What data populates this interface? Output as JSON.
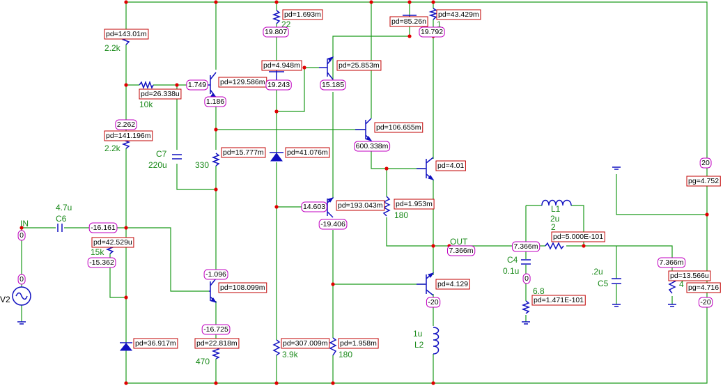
{
  "power_labels": [
    {
      "id": "pd_r22k_top",
      "text": "pd=143.01m"
    },
    {
      "id": "pd_r22_top",
      "text": "pd=1.693m"
    },
    {
      "id": "pd_q_topright",
      "text": "pd=85.26n"
    },
    {
      "id": "pd_r1_top",
      "text": "pd=43.429m"
    },
    {
      "id": "pd_q3",
      "text": "pd=4.948m"
    },
    {
      "id": "pd_q4",
      "text": "pd=25.853m"
    },
    {
      "id": "pd_r10k",
      "text": "pd=26.338u"
    },
    {
      "id": "pd_q1",
      "text": "pd=129.586m"
    },
    {
      "id": "pd_r22k_mid",
      "text": "pd=141.196m"
    },
    {
      "id": "pd_q5",
      "text": "pd=106.655m"
    },
    {
      "id": "pd_r330",
      "text": "pd=15.777m"
    },
    {
      "id": "pd_zener",
      "text": "pd=41.076m"
    },
    {
      "id": "pd_q6",
      "text": "pd=4.01"
    },
    {
      "id": "pd_q7",
      "text": "pd=193.043m"
    },
    {
      "id": "pd_r180a",
      "text": "pd=1.953m"
    },
    {
      "id": "pd_r15k",
      "text": "pd=42.529u"
    },
    {
      "id": "pd_r2",
      "text": "pd=5.000E-101"
    },
    {
      "id": "pd_q2",
      "text": "pd=108.099m"
    },
    {
      "id": "pd_q8",
      "text": "pd=4.129"
    },
    {
      "id": "pd_r68",
      "text": "pd=1.471E-101"
    },
    {
      "id": "pd_r4",
      "text": "pd=13.566u"
    },
    {
      "id": "pd_diode_bot",
      "text": "pd=36.917m"
    },
    {
      "id": "pd_r470",
      "text": "pd=22.818m"
    },
    {
      "id": "pd_r39k",
      "text": "pd=307.009m"
    },
    {
      "id": "pd_r180b",
      "text": "pd=1.958m"
    },
    {
      "id": "pg_vplus",
      "text": "pg=4.752"
    },
    {
      "id": "pg_vminus",
      "text": "pg=4.716"
    }
  ],
  "node_voltages": [
    {
      "id": "v_19807",
      "text": "19.807"
    },
    {
      "id": "v_19792",
      "text": "19.792"
    },
    {
      "id": "v_1749",
      "text": "1.749"
    },
    {
      "id": "v_19243",
      "text": "19.243"
    },
    {
      "id": "v_15185",
      "text": "15.185"
    },
    {
      "id": "v_1186",
      "text": "1.186"
    },
    {
      "id": "v_2262",
      "text": "2.262"
    },
    {
      "id": "v_600",
      "text": "600.338m"
    },
    {
      "id": "v_20p",
      "text": "20"
    },
    {
      "id": "v_14603",
      "text": "14.603"
    },
    {
      "id": "v_m16161",
      "text": "-16.161"
    },
    {
      "id": "v_m19406",
      "text": "-19.406"
    },
    {
      "id": "v_in0",
      "text": "0"
    },
    {
      "id": "v_m15362",
      "text": "-15.362"
    },
    {
      "id": "v_out",
      "text": "7.366m"
    },
    {
      "id": "v_l1",
      "text": "7.366m"
    },
    {
      "id": "v_load",
      "text": "7.366m"
    },
    {
      "id": "v_m1096",
      "text": "-1.096"
    },
    {
      "id": "v_src0",
      "text": "0"
    },
    {
      "id": "v_c4",
      "text": "0"
    },
    {
      "id": "v_m20a",
      "text": "-20"
    },
    {
      "id": "v_m20b",
      "text": "-20"
    },
    {
      "id": "v_m16725",
      "text": "-16.725"
    }
  ],
  "component_labels": [
    {
      "id": "c_22k_top",
      "text": "2.2k"
    },
    {
      "id": "c_22",
      "text": "22"
    },
    {
      "id": "c_1",
      "text": "1"
    },
    {
      "id": "c_10k",
      "text": "10k"
    },
    {
      "id": "c_22k_mid",
      "text": "2.2k"
    },
    {
      "id": "c_c7",
      "text": "C7"
    },
    {
      "id": "c_220u",
      "text": "220u"
    },
    {
      "id": "c_330",
      "text": "330"
    },
    {
      "id": "c_47u",
      "text": "4.7u"
    },
    {
      "id": "c_c6",
      "text": "C6"
    },
    {
      "id": "c_15k",
      "text": "15k"
    },
    {
      "id": "c_180a",
      "text": "180"
    },
    {
      "id": "c_l1",
      "text": "L1"
    },
    {
      "id": "c_2u",
      "text": "2u"
    },
    {
      "id": "c_2",
      "text": "2"
    },
    {
      "id": "c_c4",
      "text": "C4"
    },
    {
      "id": "c_01u",
      "text": "0.1u"
    },
    {
      "id": "c_68",
      "text": "6.8"
    },
    {
      "id": "c_c5v",
      "text": ".2u"
    },
    {
      "id": "c_c5",
      "text": "C5"
    },
    {
      "id": "c_4",
      "text": "4"
    },
    {
      "id": "c_1u",
      "text": "1u"
    },
    {
      "id": "c_l2",
      "text": "L2"
    },
    {
      "id": "c_470",
      "text": "470"
    },
    {
      "id": "c_39k",
      "text": "3.9k"
    },
    {
      "id": "c_180b",
      "text": "180"
    }
  ],
  "net_labels": [
    {
      "id": "n_in",
      "text": "IN"
    },
    {
      "id": "n_out",
      "text": "OUT"
    },
    {
      "id": "n_v2",
      "text": "V2"
    }
  ],
  "colors": {
    "wire": "#1a9a1a",
    "device": "#1010c0",
    "power_box": "#c00000",
    "voltage_box": "#c000c0",
    "junction": "#e00000"
  }
}
